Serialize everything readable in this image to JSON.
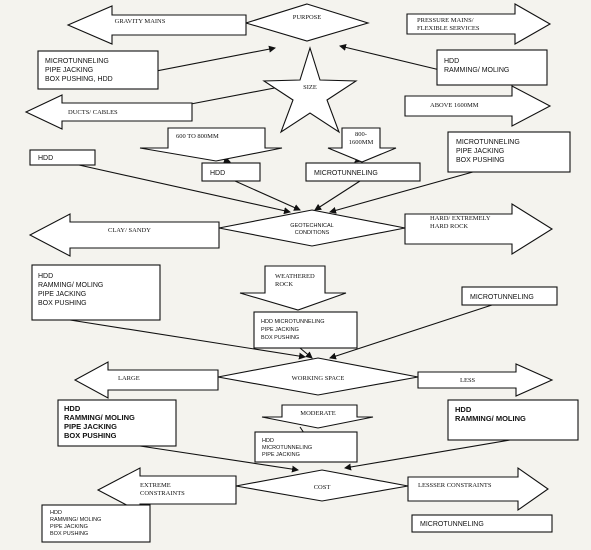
{
  "nodes": {
    "purpose": "PURPOSE",
    "gravity_mains": "GRAVITY MAINS",
    "pressure_mains": [
      "PRESSURE MAINS/",
      "FLEXIBLE SERVICES"
    ],
    "gravity_methods": [
      "MICROTUNNELING",
      "PIPE JACKING",
      "BOX PUSHING, HDD"
    ],
    "pressure_methods": [
      "HDD",
      "RAMMING/ MOLING"
    ],
    "size": "SIZE",
    "ducts_cables": "DUCTS/ CABLES",
    "above_1600": "ABOVE 1600MM",
    "size_600_800": "600 TO 800MM",
    "size_800_1600": [
      "800-",
      "1600MM"
    ],
    "hdd_ducts": "HDD",
    "hdd_600": "HDD",
    "micro_800": "MICROTUNNELING",
    "above_methods": [
      "MICROTUNNELING",
      "PIPE JACKING",
      "BOX PUSHING"
    ],
    "geotech": [
      "GEOTECHNICAL",
      "CONDITIONS"
    ],
    "clay_sandy": "CLAY/ SANDY",
    "hard_rock": [
      "HARD/ EXTREMELY",
      "HARD ROCK"
    ],
    "weathered": [
      "WEATHERED",
      "ROCK"
    ],
    "clay_methods": [
      "HDD",
      "RAMMING/ MOLING",
      "PIPE JACKING",
      "BOX PUSHING"
    ],
    "weathered_methods": [
      "HDD MICROTUNNELING",
      "PIPE JACKING",
      "BOX PUSHING"
    ],
    "hard_methods": "MICROTUNNELING",
    "working_space": "WORKING SPACE",
    "large": "LARGE",
    "less": "LESS",
    "moderate": "MODERATE",
    "large_methods": [
      "HDD",
      "RAMMING/ MOLING",
      "PIPE JACKING",
      "BOX PUSHING"
    ],
    "less_methods": [
      "HDD",
      "RAMMING/ MOLING"
    ],
    "moderate_methods": [
      "HDD",
      "MICROTUNNELING",
      "PIPE JACKING"
    ],
    "cost": "COST",
    "extreme": [
      "EXTREME",
      "CONSTRAINTS"
    ],
    "lesser": "LESSSER CONSTRAINTS",
    "extreme_methods": [
      "HDD",
      "RAMMING/ MOLING",
      "PIPE JACKING",
      "BOX PUSHING"
    ],
    "lesser_methods": "MICROTUNNELING"
  }
}
